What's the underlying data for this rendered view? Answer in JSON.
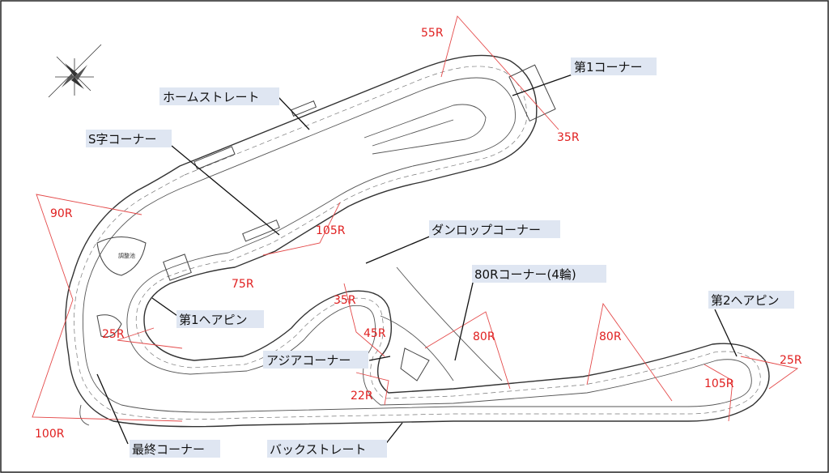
{
  "map": {
    "corner_names": {
      "first_corner": "第1コーナー",
      "home_straight": "ホームストレート",
      "s_corner": "S字コーナー",
      "dunlop_corner": "ダンロップコーナー",
      "eighty_r_corner": "80Rコーナー(4輪)",
      "first_hairpin": "第1ヘアピン",
      "second_hairpin": "第2ヘアピン",
      "asia_corner": "アジアコーナー",
      "final_corner": "最終コーナー",
      "back_straight": "バックストレート"
    },
    "radii": {
      "r55": "55R",
      "r35_first": "35R",
      "r90": "90R",
      "r105_s": "105R",
      "r75": "75R",
      "r35_dunlop": "35R",
      "r45": "45R",
      "r25_hairpin": "25R",
      "r22": "22R",
      "r100": "100R",
      "r80_a": "80R",
      "r80_b": "80R",
      "r105_hairpin": "105R",
      "r25_second": "25R"
    },
    "facility_label": "調整池",
    "colors": {
      "radius": "#e02020",
      "label_bg": "#dfe6f2",
      "track": "#333333"
    },
    "icons": [
      "compass-rose-icon"
    ]
  }
}
